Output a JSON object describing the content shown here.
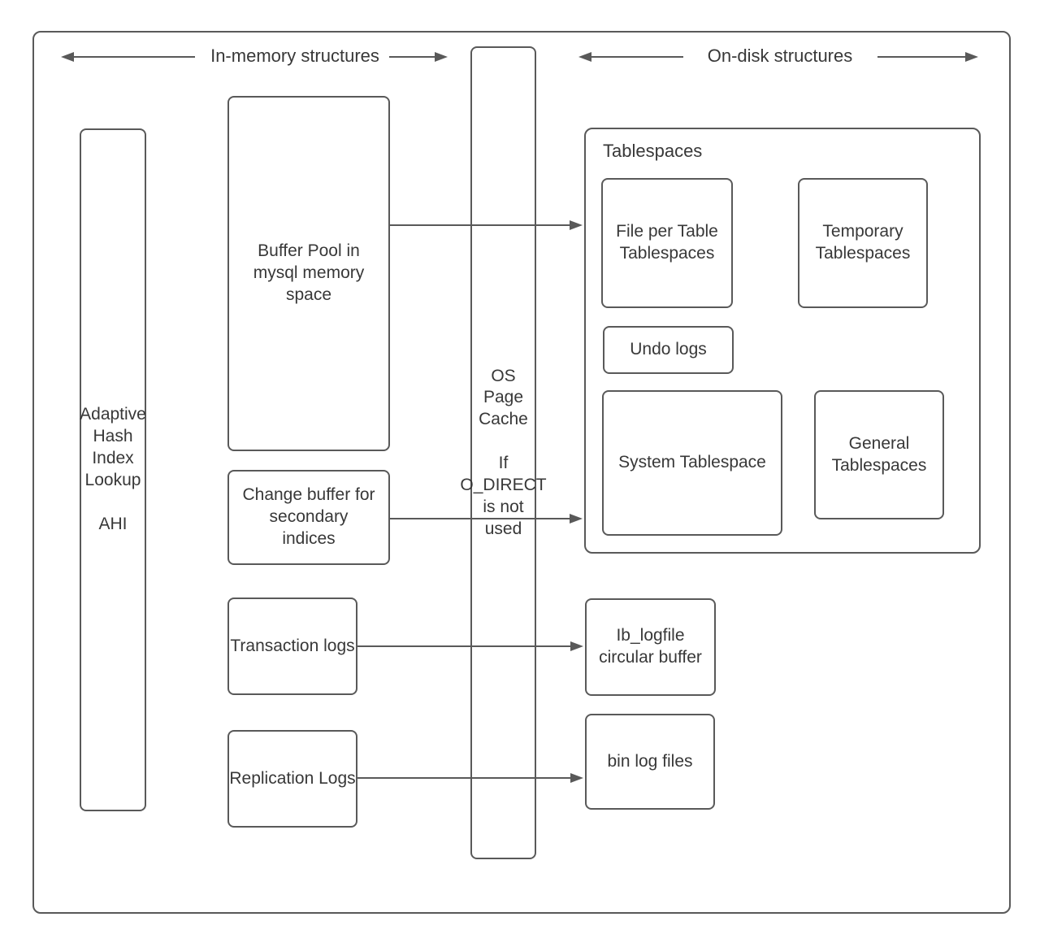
{
  "colors": {
    "stroke": "#595959",
    "text": "#383838",
    "background": "#ffffff"
  },
  "headers": {
    "in_memory": "In-memory structures",
    "on_disk": "On-disk structures"
  },
  "in_memory": {
    "adaptive_hash": "Adaptive\nHash\nIndex\nLookup\n\nAHI",
    "buffer_pool": "Buffer Pool in\nmysql memory\nspace",
    "change_buffer": "Change buffer for\nsecondary\nindices",
    "transaction_logs": "Transaction logs",
    "replication_logs": "Replication Logs"
  },
  "os_page_cache": "OS\nPage\nCache\n\nIf\nO_DIRECT\nis not\nused",
  "on_disk": {
    "tablespaces_label": "Tablespaces",
    "file_per_table": "File per Table\nTablespaces",
    "temporary": "Temporary\nTablespaces",
    "undo_logs": "Undo logs",
    "system_tablespace": "System Tablespace",
    "general": "General\nTablespaces",
    "ib_logfile": "Ib_logfile\ncircular buffer",
    "bin_log_files": "bin log files"
  }
}
